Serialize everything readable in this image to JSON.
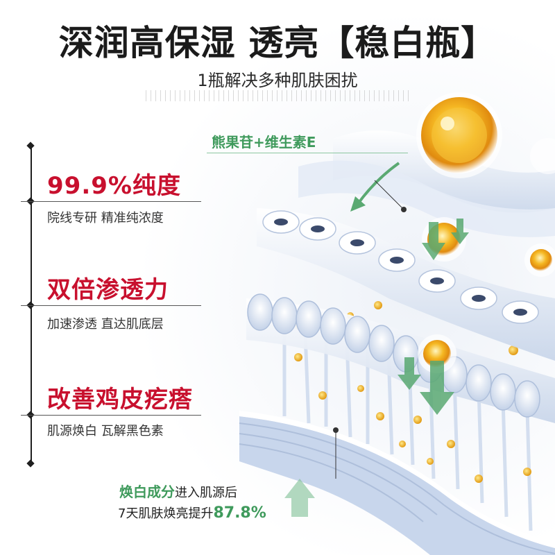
{
  "header": {
    "title_main": "深润高保湿 透亮",
    "title_bracket": "【稳白瓶】",
    "subtitle": "1瓶解决多种肌肤困扰"
  },
  "features": [
    {
      "title": "99.9%纯度",
      "desc": "院线专研 精准纯浓度"
    },
    {
      "title": "双倍渗透力",
      "desc": "加速渗透 直达肌底层"
    },
    {
      "title": "改善鸡皮疙瘩",
      "desc": "肌源焕白 瓦解黑色素"
    }
  ],
  "ingredient_label": "熊果苷+维生素E",
  "result": {
    "highlight": "焕白成分",
    "line1_rest": "进入肌源后",
    "line2_prefix": "7天肌肤焕亮提升",
    "percent": "87.8%"
  },
  "colors": {
    "accent_red": "#c8102e",
    "accent_green": "#3f9a5c",
    "text_dark": "#1b1b1b"
  }
}
